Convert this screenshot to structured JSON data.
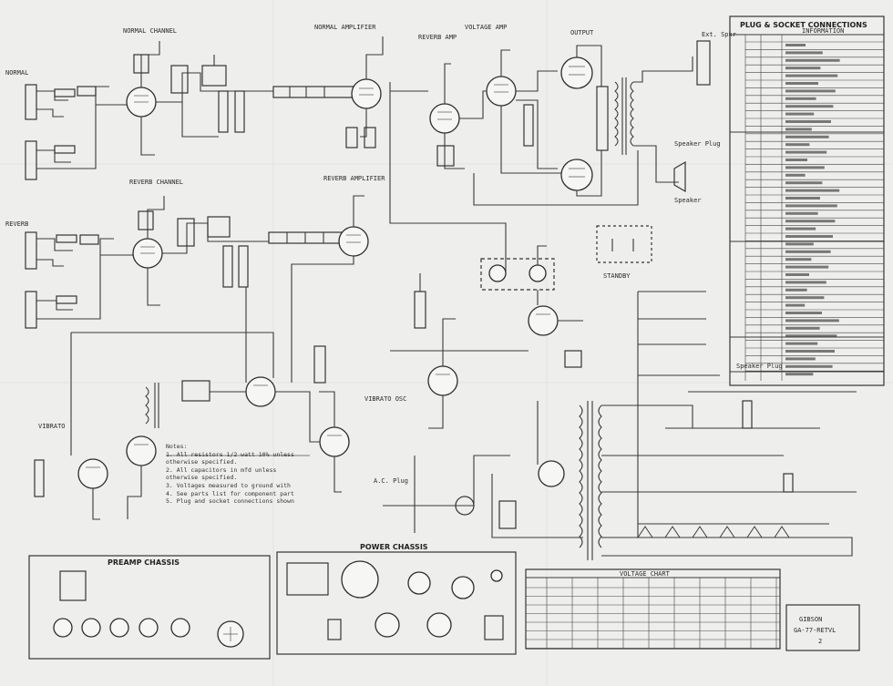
{
  "plug_table": {
    "title": "PLUG & SOCKET CONNECTIONS",
    "col_information": "INFORMATION",
    "speaker_plug": "Speaker Plug"
  },
  "sections": {
    "preamp_chassis": "PREAMP CHASSIS",
    "power_chassis": "POWER CHASSIS",
    "voltage_chart": "VOLTAGE CHART",
    "standby": "STANDBY"
  },
  "title_block": {
    "brand": "GIBSON",
    "model": "GA-77-RETVL",
    "sheet": "2"
  },
  "labels": {
    "v1": "REVERB AMP",
    "v2": "NORMAL CHANNEL",
    "v3": "NORMAL AMPLIFIER",
    "v4": "VOLTAGE AMP",
    "v5": "OUTPUT",
    "v6": "REVERB CHANNEL",
    "v7": "REVERB AMPLIFIER",
    "v8": "NORMAL",
    "v9": "REVERB",
    "v10": "Speaker Plug",
    "v11": "Speaker",
    "v12": "Ext. Spkr",
    "v13": "VIBRATO",
    "v14": "VIBRATO OSC",
    "v15": "A.C. Plug"
  },
  "notes": {
    "heading": "Notes:",
    "items": [
      "1. All resistors 1/2 watt 10% unless",
      "   otherwise specified.",
      "2. All capacitors in mfd unless",
      "   otherwise specified.",
      "3. Voltages measured to ground with",
      "4. See parts list for component part",
      "5. Plug and socket connections shown"
    ]
  }
}
